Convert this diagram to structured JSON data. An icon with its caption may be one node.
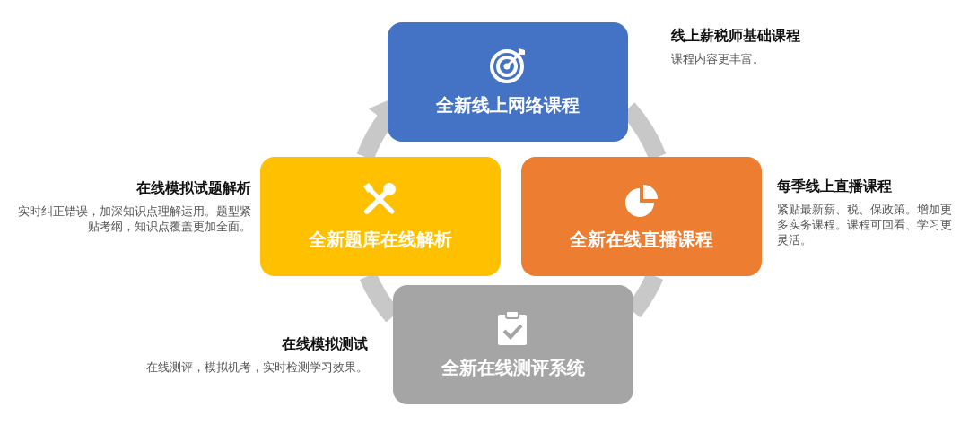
{
  "diagram": {
    "nodes": [
      {
        "text": [
          "全新线上网络课程"
        ],
        "beside": [
          "线上薪税师基础课程",
          "课程内容更丰富。"
        ]
      },
      {
        "text": [
          "全新在线直播课程"
        ],
        "beside": [
          "每季线上直播课程",
          "紧贴最新薪、税、保政策。增加更多实务课程。课程可回看、学习更灵活。"
        ]
      },
      {
        "text": [
          "全新在线测评系统"
        ],
        "beside": [
          "在线模拟测试",
          "在线测评，模拟机考，实时检测学习效果。"
        ]
      },
      {
        "text": [
          "全新题库在线解析"
        ],
        "beside": [
          "在线模拟试题解析",
          "实时纠正错误，加深知识点理解运用。题型紧贴考纲，知识点覆盖更加全面。"
        ]
      }
    ],
    "edges": [
      {
        "from": 0,
        "to": 1,
        "arrow": "none"
      },
      {
        "from": 1,
        "to": 2,
        "arrow": "none"
      },
      {
        "from": 2,
        "to": 3,
        "arrow": "none"
      },
      {
        "from": 3,
        "to": 0,
        "arrow": "to"
      }
    ]
  }
}
